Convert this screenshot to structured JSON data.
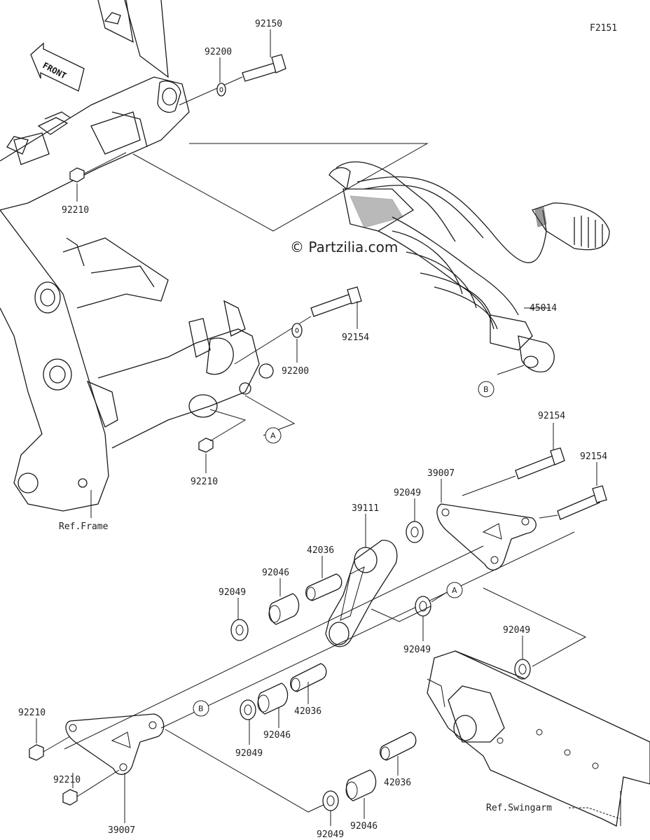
{
  "figure_code": "F2151",
  "watermark": "© Partzilia.com",
  "front_label": "FRONT",
  "refs": {
    "frame": "Ref.Frame",
    "swingarm": "Ref.Swingarm"
  },
  "markers": {
    "a": "A",
    "b": "B"
  },
  "parts": {
    "p92150": "92150",
    "p92200_top": "92200",
    "p92210_top": "92210",
    "p45014": "45014",
    "p92154_mid": "92154",
    "p92200_mid": "92200",
    "p92210_mid": "92210",
    "p92154_r1": "92154",
    "p92154_r2": "92154",
    "p39007_top": "39007",
    "p92049_a": "92049",
    "p39111": "39111",
    "p42036_a": "42036",
    "p92046_a": "92046",
    "p92049_b": "92049",
    "p92049_c": "92049",
    "p92049_d": "92049",
    "p42036_b": "42036",
    "p92046_b": "92046",
    "p92049_e": "92049",
    "p92210_l1": "92210",
    "p92210_l2": "92210",
    "p39007_bot": "39007",
    "p42036_c": "42036",
    "p92046_c": "92046",
    "p92049_f": "92049"
  }
}
